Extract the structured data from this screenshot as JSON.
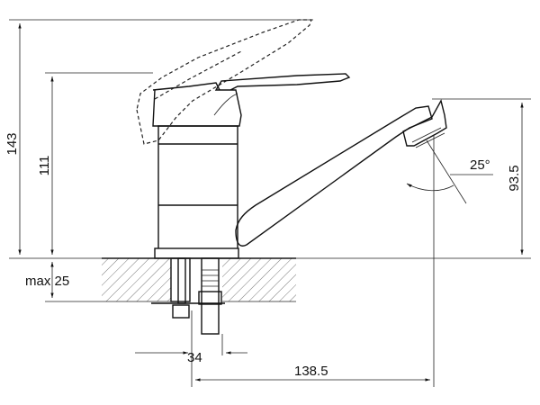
{
  "dimensions": {
    "total_height": "143",
    "body_height": "111",
    "spout_height": "93.5",
    "max_mount": "max 25",
    "base_offset": "34",
    "spout_reach": "138.5",
    "spout_angle": "25°"
  },
  "colors": {
    "line": "#111111",
    "hatch": "#555555",
    "background": "#ffffff"
  }
}
